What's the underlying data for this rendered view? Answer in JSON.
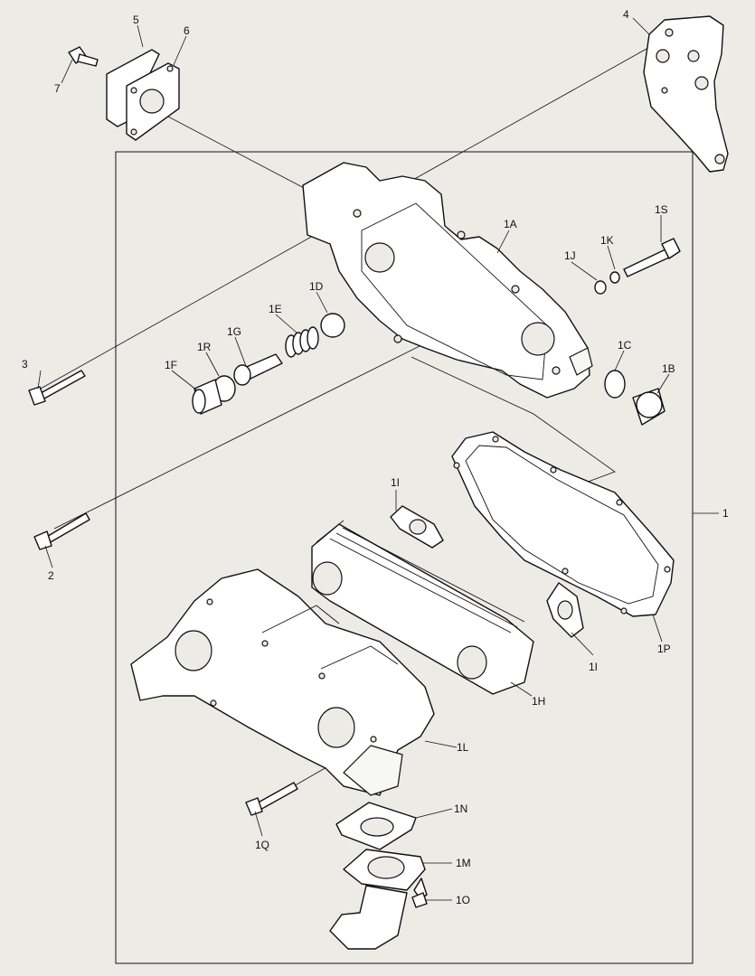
{
  "labels": {
    "p1": "1",
    "p1A": "1A",
    "p1B": "1B",
    "p1C": "1C",
    "p1D": "1D",
    "p1E": "1E",
    "p1F": "1F",
    "p1G": "1G",
    "p1H": "1H",
    "p1I_top": "1I",
    "p1I_bot": "1I",
    "p1J": "1J",
    "p1K": "1K",
    "p1L": "1L",
    "p1M": "1M",
    "p1N": "1N",
    "p1O": "1O",
    "p1P": "1P",
    "p1Q": "1Q",
    "p1R": "1R",
    "p1S": "1S",
    "p2": "2",
    "p3": "3",
    "p4": "4",
    "p5": "5",
    "p6": "6",
    "p7": "7"
  },
  "colors": {
    "background": "#ecebe6",
    "line": "#111111",
    "part_fill": "#ffffff"
  }
}
